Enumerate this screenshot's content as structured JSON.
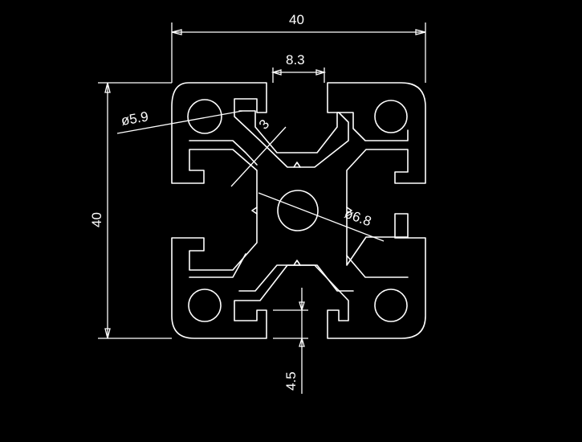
{
  "drawing": {
    "title": "",
    "colors": {
      "background": "#000000",
      "lines": "#ffffff"
    },
    "dimensions": {
      "overall_width": "40",
      "overall_height": "40",
      "slot_width": "8.3",
      "slot_depth": "4.5",
      "wall_thickness": "3",
      "corner_hole_diameter": "ø5.9",
      "center_hole_diameter": "ø6.8"
    }
  }
}
